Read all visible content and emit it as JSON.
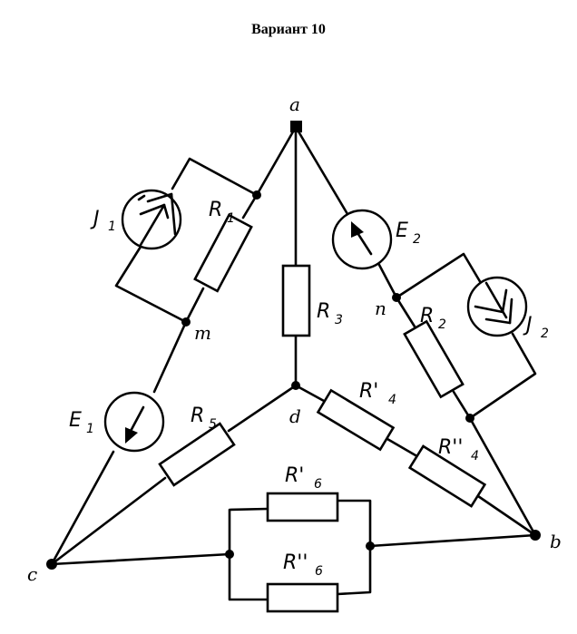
{
  "title": "Вариант 10",
  "circuit": {
    "nodes": {
      "a": "a",
      "b": "b",
      "c": "c",
      "d": "d",
      "m": "m",
      "n": "n"
    },
    "components": {
      "J1": {
        "main": "J",
        "sub": "1",
        "type": "current-source",
        "branch": "a-m (parallel with R1)"
      },
      "R1": {
        "main": "R",
        "sub": "1",
        "type": "resistor",
        "branch": "a-m"
      },
      "E1": {
        "main": "E",
        "sub": "1",
        "type": "voltage-source",
        "branch": "m-c"
      },
      "R3": {
        "main": "R",
        "sub": "3",
        "type": "resistor",
        "branch": "a-d"
      },
      "E2": {
        "main": "E",
        "sub": "2",
        "type": "voltage-source",
        "branch": "a-n"
      },
      "R2": {
        "main": "R",
        "sub": "2",
        "type": "resistor",
        "branch": "n-b"
      },
      "J2": {
        "main": "J",
        "sub": "2",
        "type": "current-source",
        "branch": "n-b (parallel with R2)"
      },
      "R5": {
        "main": "R",
        "sub": "5",
        "type": "resistor",
        "branch": "d-c"
      },
      "R4p": {
        "main": "R'",
        "sub": "4",
        "type": "resistor",
        "branch": "d-b (series)"
      },
      "R4pp": {
        "main": "R''",
        "sub": "4",
        "type": "resistor",
        "branch": "d-b (series)"
      },
      "R6p": {
        "main": "R'",
        "sub": "6",
        "type": "resistor",
        "branch": "c-b (parallel)"
      },
      "R6pp": {
        "main": "R''",
        "sub": "6",
        "type": "resistor",
        "branch": "c-b (parallel)"
      }
    }
  }
}
